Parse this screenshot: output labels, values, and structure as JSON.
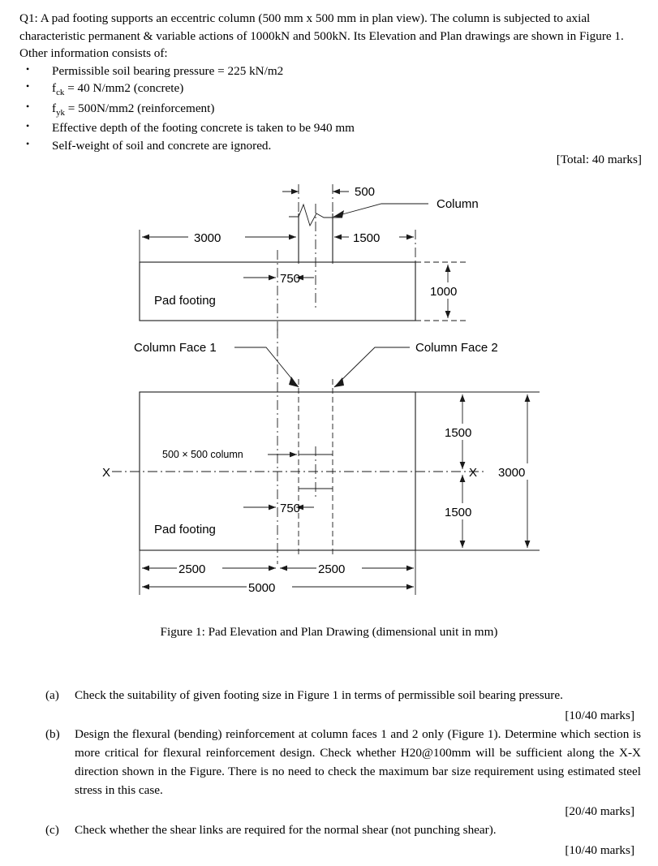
{
  "intro": {
    "paragraph": "Q1: A pad footing supports an eccentric column (500 mm x 500 mm in plan view). The column is subjected to axial characteristic permanent & variable actions of 1000kN and 500kN. Its Elevation and Plan drawings are shown in Figure 1. Other information consists of:",
    "bullets": [
      {
        "pre": "Permissible soil bearing pressure = 225 kN/m2",
        "sym": "",
        "sub": "",
        "post": ""
      },
      {
        "pre": "",
        "sym": "f",
        "sub": "ck",
        "post": " = 40 N/mm2 (concrete)"
      },
      {
        "pre": "",
        "sym": "f",
        "sub": "yk",
        "post": " = 500N/mm2 (reinforcement)"
      },
      {
        "pre": "Effective depth of the footing concrete is taken to be 940 mm",
        "sym": "",
        "sub": "",
        "post": ""
      },
      {
        "pre": "Self-weight of soil and concrete are ignored.",
        "sym": "",
        "sub": "",
        "post": ""
      }
    ],
    "total_marks": "[Total: 40 marks]"
  },
  "figure": {
    "caption": "Figure 1: Pad Elevation and Plan Drawing (dimensional unit in mm)",
    "elevation": {
      "labels": {
        "column": "Column",
        "pad_footing": "Pad footing"
      },
      "dimensions": {
        "col_width": "500",
        "left_edge_to_col": "3000",
        "col_to_right_edge": "1500",
        "section_offset": "750",
        "footing_depth": "1000"
      }
    },
    "plan": {
      "labels": {
        "column_face_1": "Column Face 1",
        "column_face_2": "Column Face 2",
        "column_size": "500 × 500 column",
        "pad_footing": "Pad footing",
        "axis_left": "X",
        "axis_right": "X"
      },
      "dimensions": {
        "left_half": "2500",
        "right_half": "2500",
        "overall_width": "5000",
        "upper_half_depth": "1500",
        "lower_half_depth": "1500",
        "overall_depth": "3000",
        "section_offset": "750"
      }
    },
    "colors": {
      "line": "#1a1a1a",
      "text": "#000000"
    }
  },
  "parts": [
    {
      "label": "(a)",
      "text": "Check the suitability of given footing size in Figure 1 in terms of permissible soil bearing pressure.",
      "marks": "[10/40 marks]"
    },
    {
      "label": "(b)",
      "text": "Design the flexural (bending) reinforcement at column faces 1 and 2 only (Figure 1). Determine which section is more critical for flexural reinforcement design. Check whether H20@100mm will be sufficient along the X-X direction shown in the Figure. There is no need to check the maximum bar size requirement using estimated steel stress in this case.",
      "marks": "[20/40 marks]"
    },
    {
      "label": "(c)",
      "text": "Check whether the shear links are required for the normal shear (not punching shear).",
      "marks": "[10/40 marks]"
    }
  ]
}
